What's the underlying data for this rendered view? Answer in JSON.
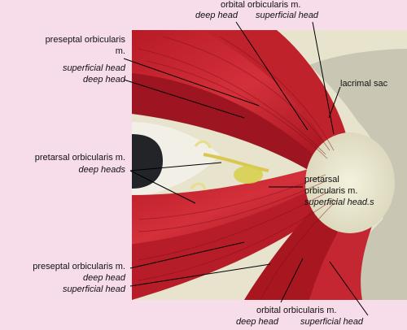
{
  "labels": {
    "orbital_top": {
      "line1": "orbital orbicularis m.",
      "deep": "deep head",
      "superficial": "superficial head"
    },
    "preseptal_top": {
      "line1": "preseptal orbicularis",
      "line2": "m.",
      "superficial": "superficial head",
      "deep": "deep head"
    },
    "lacrimal_sac": "lacrimal sac",
    "pretarsal_deep": {
      "line1": "pretarsal orbicularis m.",
      "line2": "deep heads"
    },
    "pretarsal_superficial": {
      "line1": "pretarsal",
      "line2": "orbicularis m.",
      "line3": "superficial head.s"
    },
    "preseptal_bottom": {
      "line1": "preseptal orbicularis m.",
      "deep": "deep head",
      "superficial": "superficial head"
    },
    "orbital_bottom": {
      "line1": "orbital orbicularis m.",
      "deep": "deep head",
      "superficial": "superficial head"
    }
  },
  "colors": {
    "background": "#f7dcea",
    "muscle": "#c8202b",
    "muscle_dark": "#8e1018",
    "muscle_light": "#e2434a",
    "tendon": "#e9e6cf",
    "eye": "#222428",
    "leader": "#000000"
  }
}
